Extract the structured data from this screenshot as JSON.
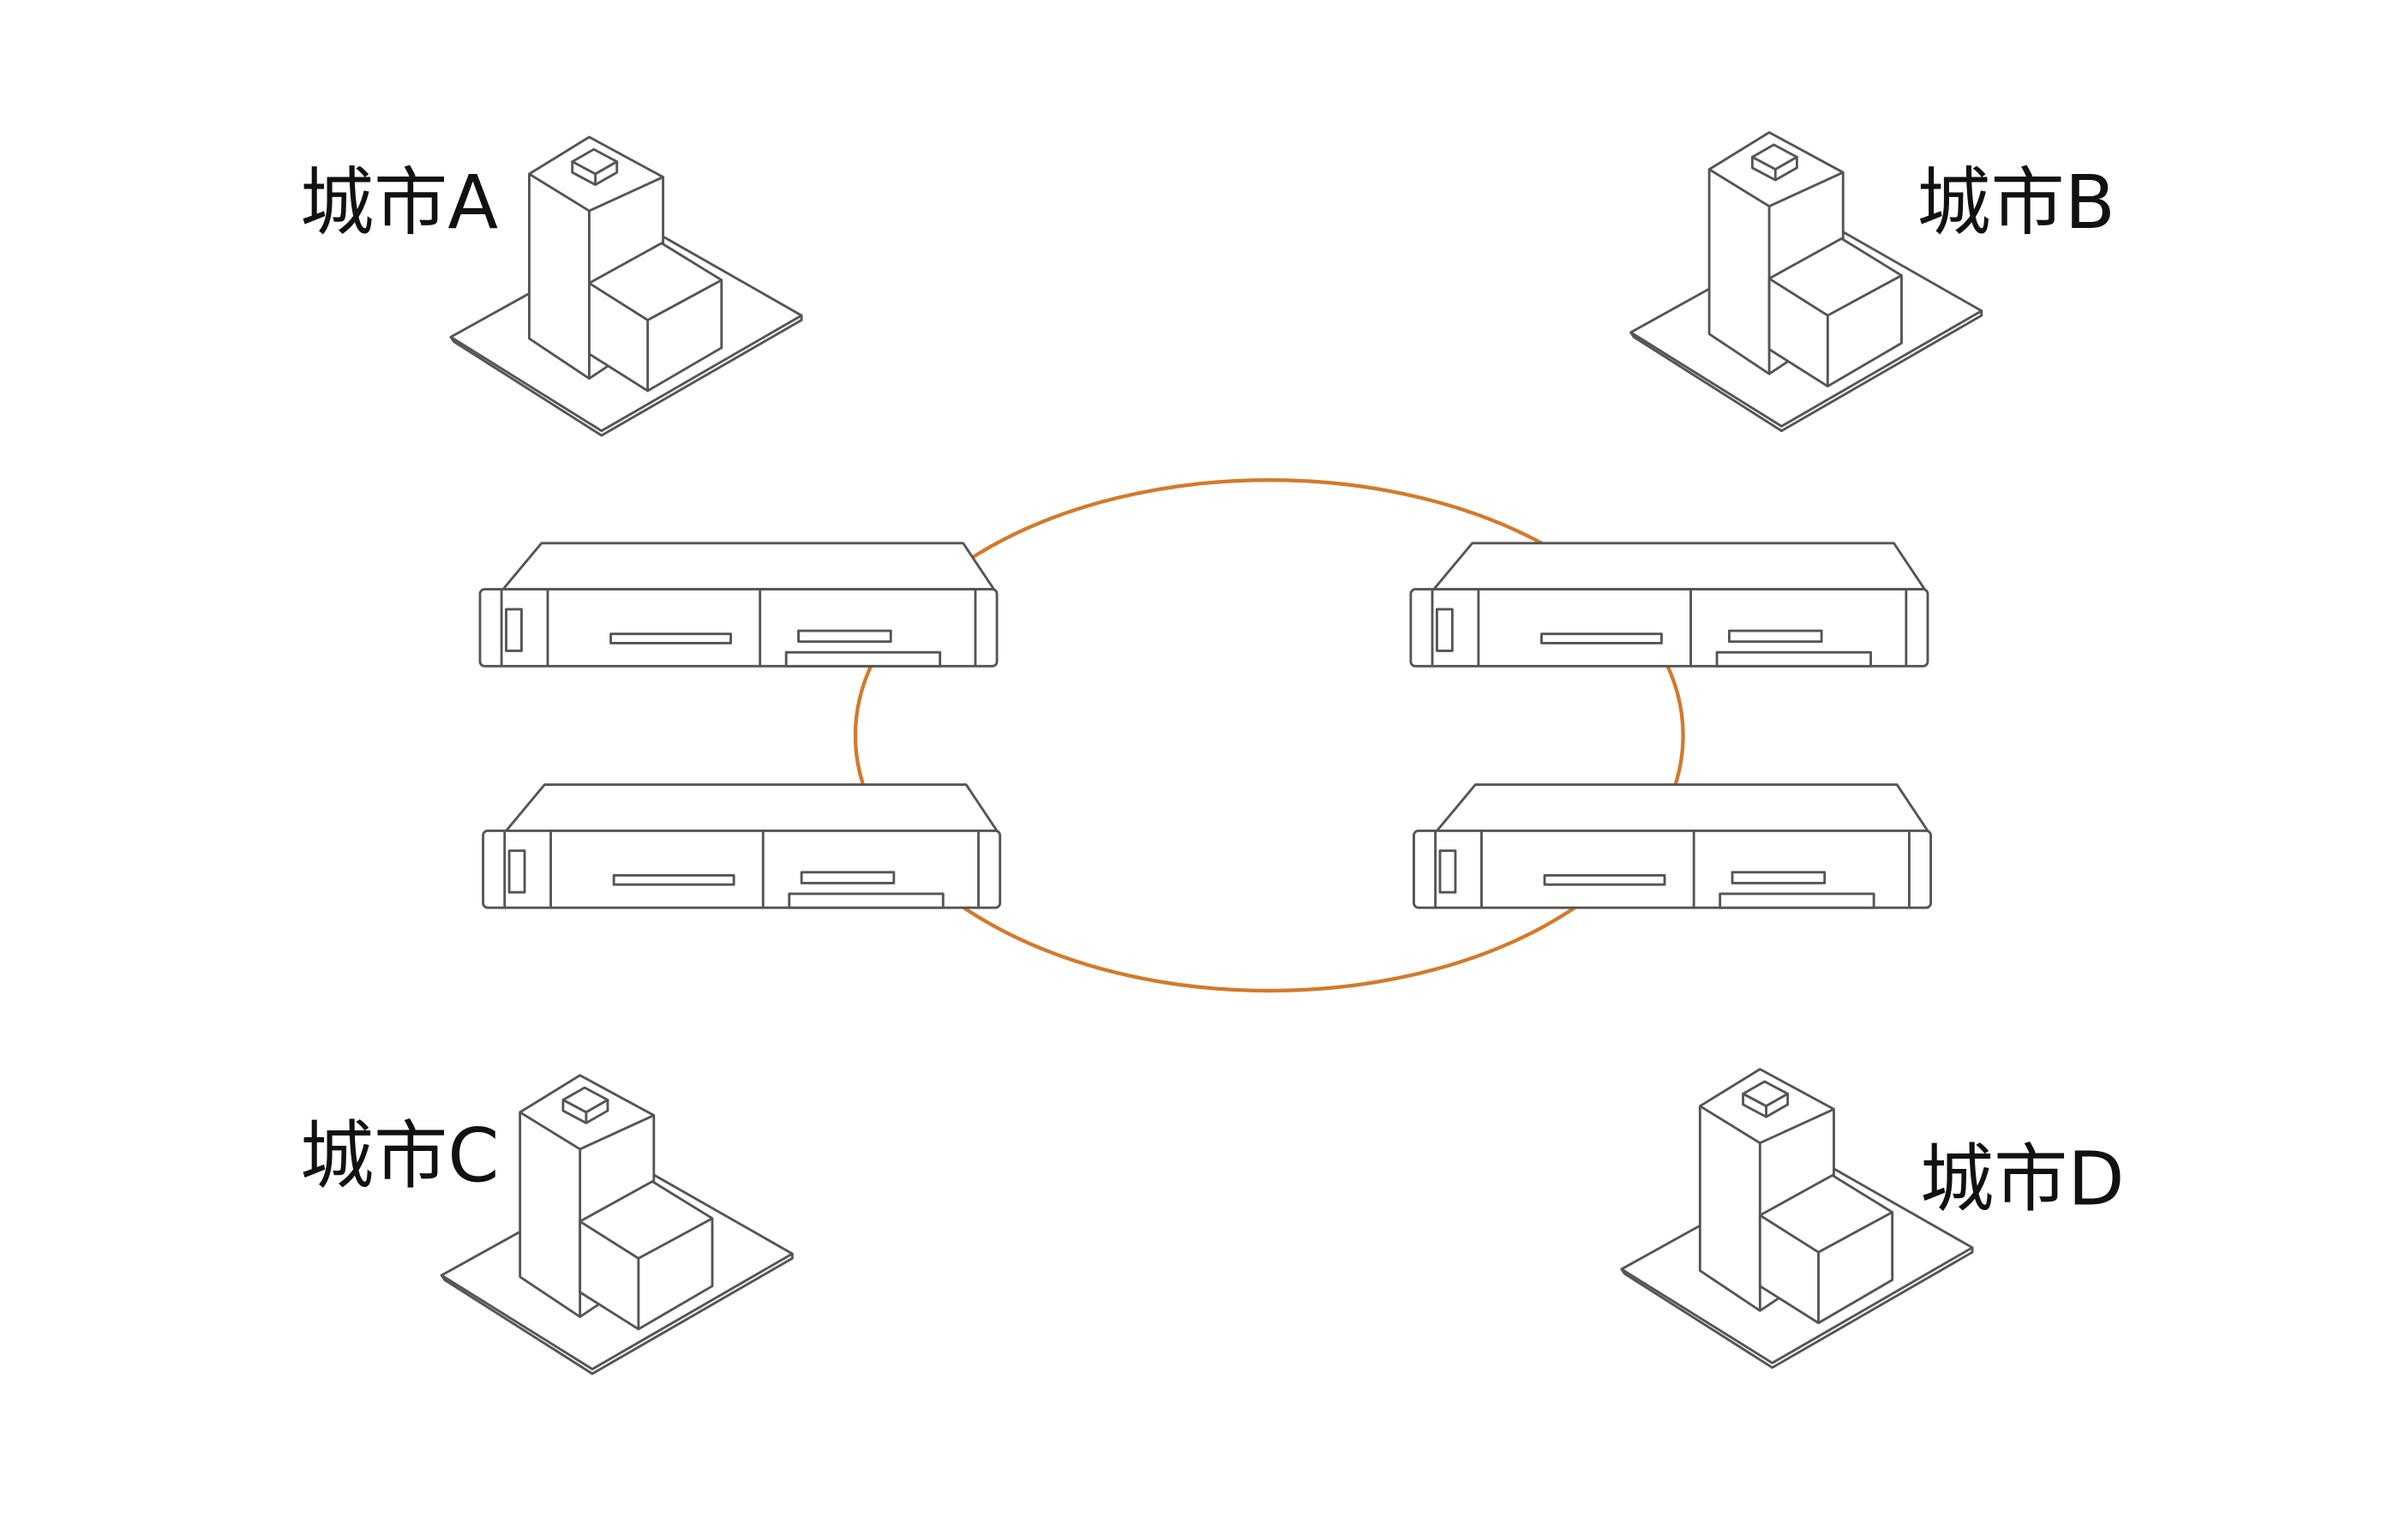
{
  "cities": [
    {
      "id": "a",
      "label": "城市A"
    },
    {
      "id": "b",
      "label": "城市B"
    },
    {
      "id": "c",
      "label": "城市C"
    },
    {
      "id": "d",
      "label": "城市D"
    }
  ],
  "servers": [
    {
      "id": "server-top-left"
    },
    {
      "id": "server-bottom-left"
    },
    {
      "id": "server-top-right"
    },
    {
      "id": "server-bottom-right"
    }
  ],
  "colors": {
    "ring": "#d27a2c",
    "outline": "#555555",
    "text": "#111111",
    "background": "#ffffff"
  },
  "icons": {
    "city": "building-icon",
    "server": "rack-server-icon"
  }
}
